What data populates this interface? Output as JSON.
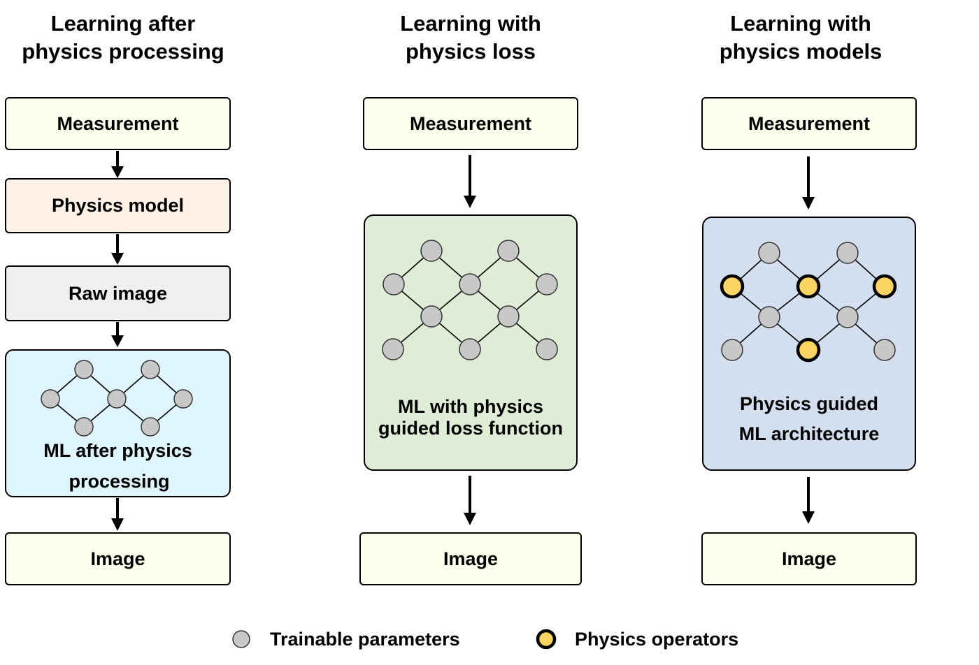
{
  "columns": [
    {
      "title_line1": "Learning after",
      "title_line2": "physics processing",
      "measurement": "Measurement",
      "physics_model": "Physics model",
      "raw_image": "Raw image",
      "ml_line1": "ML after physics",
      "ml_line2": "processing",
      "image": "Image"
    },
    {
      "title_line1": "Learning with",
      "title_line2": "physics loss",
      "measurement": "Measurement",
      "ml_line1": "ML with physics",
      "ml_line2": "guided loss function",
      "image": "Image"
    },
    {
      "title_line1": "Learning with",
      "title_line2": "physics models",
      "measurement": "Measurement",
      "ml_line1": "Physics guided",
      "ml_line2": "ML architecture",
      "image": "Image"
    }
  ],
  "legend": {
    "trainable": "Trainable parameters",
    "physics_ops": "Physics operators"
  },
  "colors": {
    "trainable_node": "#c8c8c8",
    "physics_operator_node": "#fcd462",
    "measurement_box": "#fdfeec",
    "physics_model_box": "#fdf1e6",
    "raw_image_box": "#efefef",
    "ml_after_box": "#dff5fd",
    "ml_loss_box": "#dfecd6",
    "ml_arch_box": "#d3deef"
  }
}
